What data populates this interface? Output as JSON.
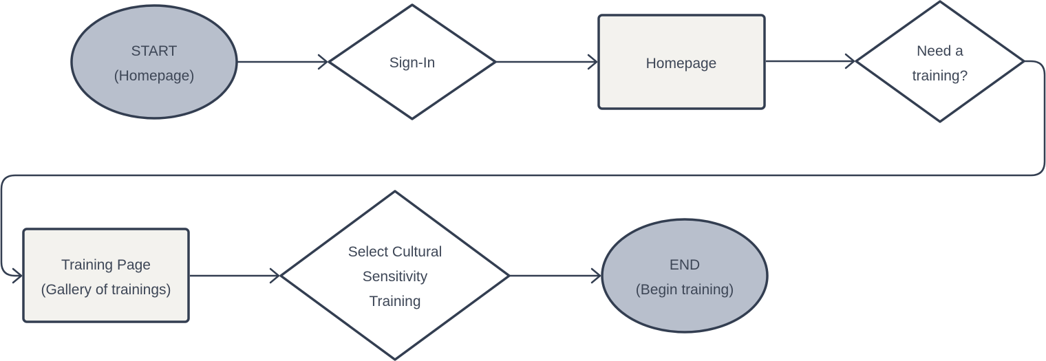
{
  "colors": {
    "stroke": "#333e51",
    "terminal_fill": "#b8bfcc",
    "process_fill": "#f3f2ee",
    "decision_fill": "#ffffff",
    "text": "#3d4656"
  },
  "nodes": {
    "start": {
      "line1": "START",
      "line2": "(Homepage)"
    },
    "signin": {
      "line1": "Sign-In"
    },
    "homepage": {
      "line1": "Homepage"
    },
    "need_training": {
      "line1": "Need a",
      "line2": "training?"
    },
    "training_page": {
      "line1": "Training Page",
      "line2": "(Gallery of trainings)"
    },
    "select_training": {
      "line1": "Select Cultural",
      "line2": "Sensitivity",
      "line3": "Training"
    },
    "end": {
      "line1": "END",
      "line2": "(Begin training)"
    }
  }
}
